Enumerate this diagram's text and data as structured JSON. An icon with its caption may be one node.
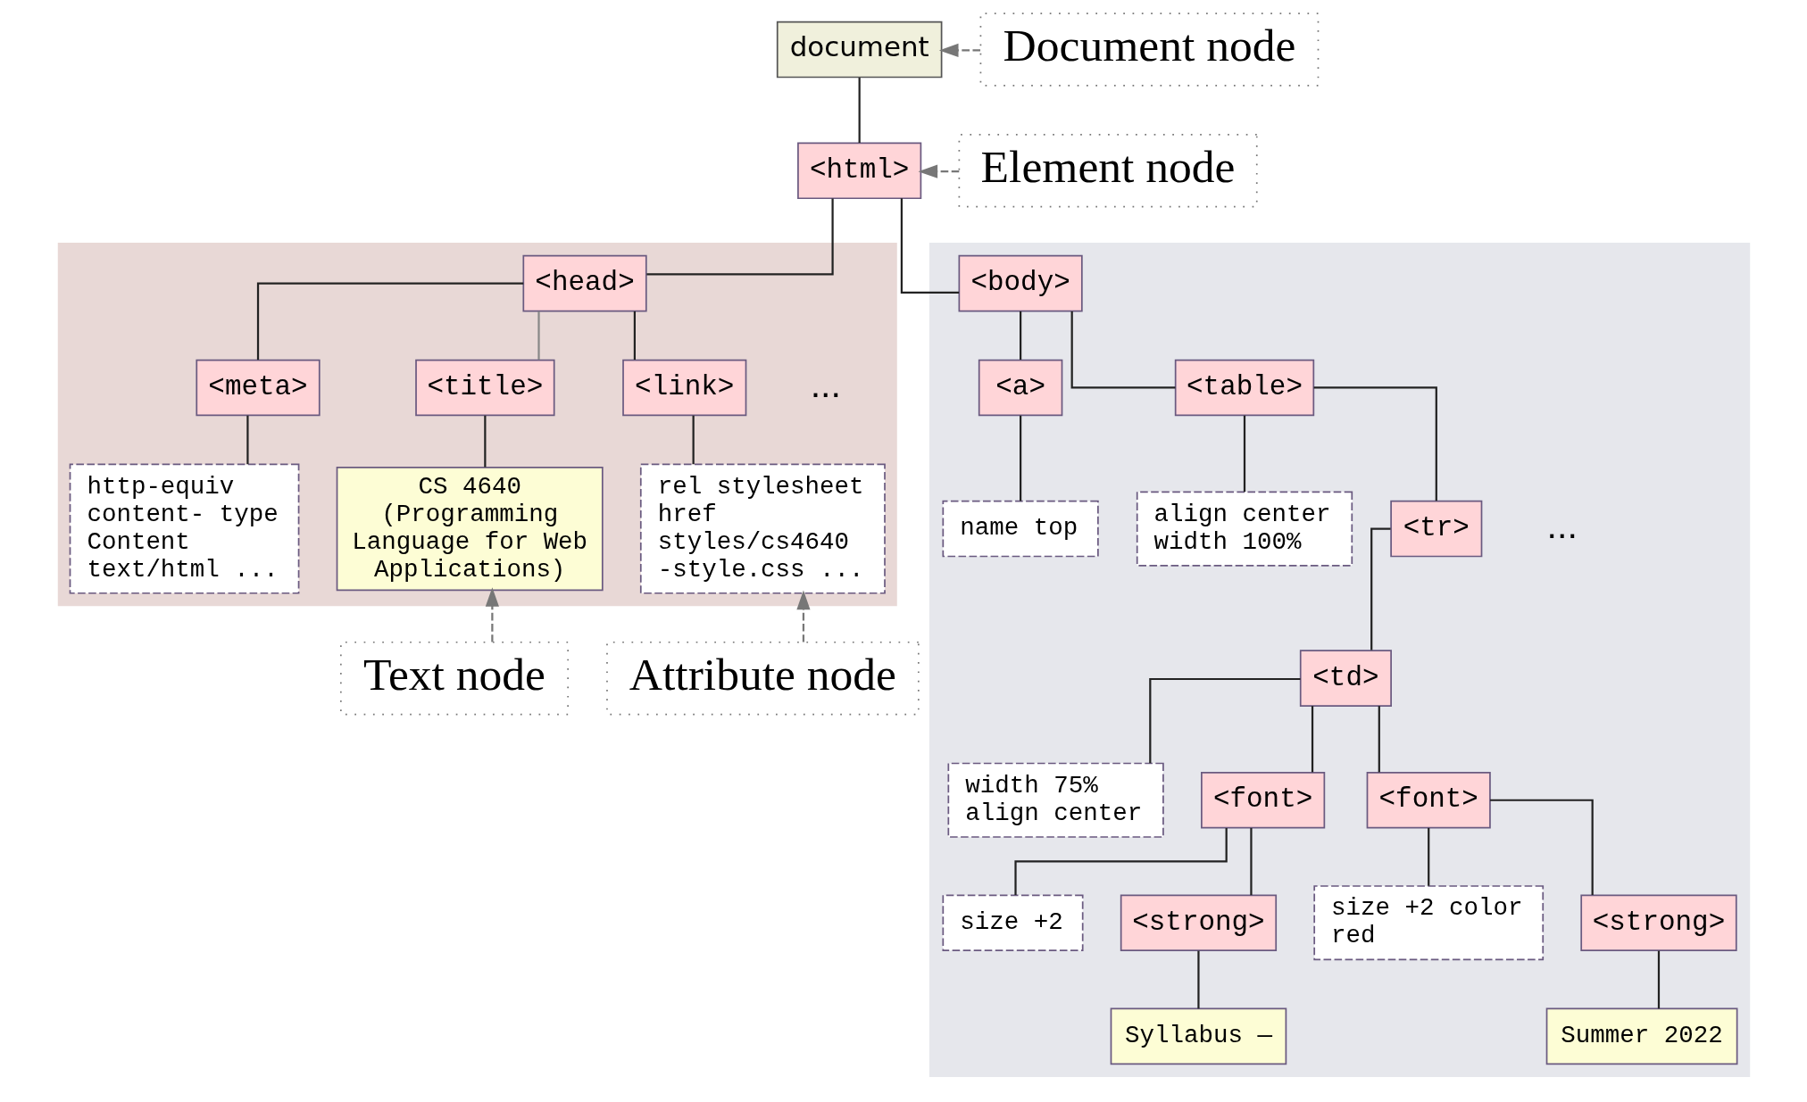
{
  "diagram": {
    "nodes": [
      {
        "text": [
          "document"
        ]
      },
      {
        "text": [
          "Document node"
        ]
      },
      {
        "text": [
          "Element node"
        ]
      },
      {
        "text": [
          "<html>"
        ]
      },
      {
        "text": [],
        "shape": "box"
      },
      {
        "text": [
          "<head>"
        ],
        "in": 4
      },
      {
        "text": [
          "<meta>"
        ],
        "in": 4
      },
      {
        "text": [
          "<title>"
        ],
        "in": 4
      },
      {
        "text": [
          "<link>"
        ],
        "in": 4
      },
      {
        "text": [
          "http-equiv content- type Content text/html ..."
        ],
        "in": 4
      },
      {
        "text": [
          "CS 4640 (Programming Language for Web Applications)"
        ],
        "in": 4
      },
      {
        "text": [
          "rel stylesheet href styles/cs4640 -style.css ..."
        ],
        "in": 4
      },
      {
        "text": [
          "Text node"
        ]
      },
      {
        "text": [
          "Attribute node"
        ]
      },
      {
        "text": [],
        "shape": "box"
      },
      {
        "text": [
          "<body>"
        ],
        "in": 14
      },
      {
        "text": [
          "<a>"
        ],
        "in": 14
      },
      {
        "text": [
          "<table>"
        ],
        "in": 14
      },
      {
        "text": [
          "name top"
        ],
        "in": 14
      },
      {
        "text": [
          "align center width 100%"
        ],
        "in": 14
      },
      {
        "text": [
          "<tr>"
        ],
        "in": 14
      },
      {
        "text": [
          "<td>"
        ],
        "in": 14
      },
      {
        "text": [
          "width 75% align center"
        ],
        "in": 14
      },
      {
        "text": [
          "<font>"
        ],
        "in": 14
      },
      {
        "text": [
          "<font>"
        ],
        "in": 14
      },
      {
        "text": [
          "size +2"
        ],
        "in": 14
      },
      {
        "text": [
          "<strong>"
        ],
        "in": 14
      },
      {
        "text": [
          "size +2 color red"
        ],
        "in": 14
      },
      {
        "text": [
          "<strong>"
        ],
        "in": 14
      },
      {
        "text": [
          "Syllabus —"
        ],
        "in": 14
      },
      {
        "text": [
          "Summer 2022"
        ],
        "in": 14
      }
    ],
    "edges": [
      {
        "from": 1,
        "to": 0,
        "arrow": "to",
        "style": "dashed",
        "color": "#777777"
      },
      {
        "from": 2,
        "to": 3,
        "arrow": "to",
        "style": "dashed",
        "color": "#777777"
      },
      {
        "from": 0,
        "to": 3,
        "arrow": "none"
      },
      {
        "from": 3,
        "to": 5,
        "arrow": "none"
      },
      {
        "from": 3,
        "to": 15,
        "arrow": "none"
      },
      {
        "from": 5,
        "to": 6,
        "arrow": "none"
      },
      {
        "from": 5,
        "to": 7,
        "arrow": "none",
        "color": "#888888"
      },
      {
        "from": 5,
        "to": 8,
        "arrow": "none"
      },
      {
        "from": 6,
        "to": 9,
        "arrow": "none"
      },
      {
        "from": 7,
        "to": 10,
        "arrow": "none"
      },
      {
        "from": 8,
        "to": 11,
        "arrow": "none"
      },
      {
        "from": 12,
        "to": 10,
        "arrow": "to",
        "style": "dashed",
        "color": "#777777"
      },
      {
        "from": 13,
        "to": 11,
        "arrow": "to",
        "style": "dashed",
        "color": "#777777"
      },
      {
        "from": 15,
        "to": 16,
        "arrow": "none"
      },
      {
        "from": 15,
        "to": 17,
        "arrow": "none"
      },
      {
        "from": 16,
        "to": 18,
        "arrow": "none"
      },
      {
        "from": 17,
        "to": 19,
        "arrow": "none"
      },
      {
        "from": 17,
        "to": 20,
        "arrow": "none"
      },
      {
        "from": 20,
        "to": 21,
        "arrow": "none"
      },
      {
        "from": 21,
        "to": 22,
        "arrow": "none"
      },
      {
        "from": 21,
        "to": 23,
        "arrow": "none"
      },
      {
        "from": 21,
        "to": 24,
        "arrow": "none"
      },
      {
        "from": 23,
        "to": 25,
        "arrow": "none"
      },
      {
        "from": 23,
        "to": 26,
        "arrow": "none"
      },
      {
        "from": 24,
        "to": 27,
        "arrow": "none"
      },
      {
        "from": 24,
        "to": 28,
        "arrow": "none"
      },
      {
        "from": 26,
        "to": 29,
        "arrow": "none"
      },
      {
        "from": 28,
        "to": 30,
        "arrow": "none"
      }
    ],
    "labels": [
      "...",
      "..."
    ]
  }
}
